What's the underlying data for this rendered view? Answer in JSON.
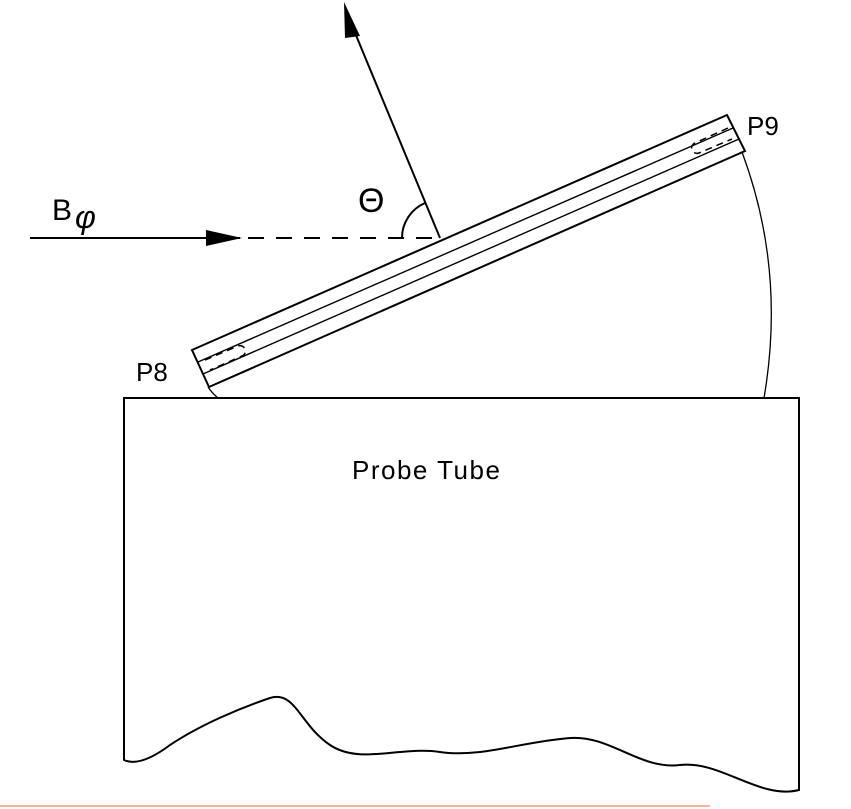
{
  "labels": {
    "b_field": "B",
    "b_field_subscript": "φ",
    "theta": "Θ",
    "probe_top": "P9",
    "probe_bottom": "P8",
    "probe_tube": "Probe Tube"
  },
  "colors": {
    "ink": "#000000",
    "background": "#ffffff",
    "bottom_rule": "#f5b49b"
  }
}
